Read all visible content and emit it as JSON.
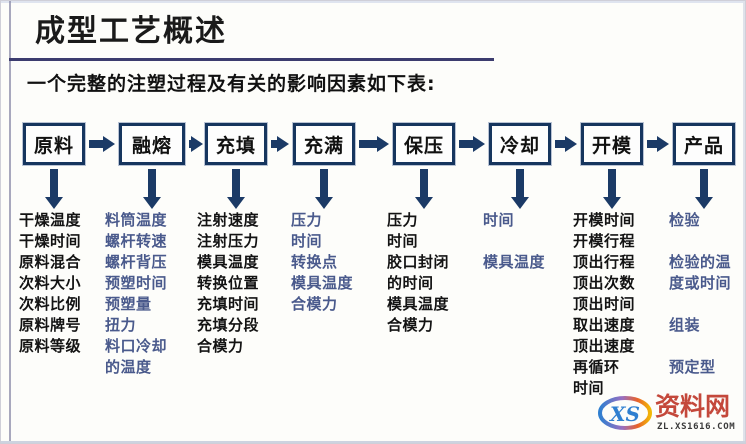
{
  "slide": {
    "title": "成型工艺概述",
    "subtitle": "一个完整的注塑过程及有关的影响因素如下表:",
    "accent_color": "#3c3c6e",
    "box_border_color": "#16355e",
    "arrow_color": "#1b3a66",
    "dark_text_color": "#131313",
    "blue_text_color": "#4a5a8c"
  },
  "flow": {
    "stages": [
      {
        "label": "原料"
      },
      {
        "label": "融熔"
      },
      {
        "label": "充填"
      },
      {
        "label": "充满"
      },
      {
        "label": "保压"
      },
      {
        "label": "冷却"
      },
      {
        "label": "开模"
      },
      {
        "label": "产品"
      }
    ]
  },
  "columns": [
    {
      "stage": "原料",
      "tone": "dark",
      "items": [
        "干燥温度",
        "干燥时间",
        "原料混合",
        "次料大小",
        "次料比例",
        "原料牌号",
        "原料等级"
      ]
    },
    {
      "stage": "融熔",
      "tone": "blue",
      "items": [
        "料筒温度",
        "螺杆转速",
        "螺杆背压",
        "预塑时间",
        "预塑量",
        "扭力",
        "料口冷却",
        "的温度"
      ]
    },
    {
      "stage": "充填",
      "tone": "dark",
      "items": [
        "注射速度",
        "注射压力",
        "模具温度",
        "转换位置",
        "充填时间",
        "充填分段",
        "合模力"
      ]
    },
    {
      "stage": "充满",
      "tone": "blue",
      "items": [
        "压力",
        "时间",
        "转换点",
        "模具温度",
        "合模力"
      ]
    },
    {
      "stage": "保压",
      "tone": "dark",
      "items": [
        "压力",
        "时间",
        "胶口封闭",
        "的时间",
        "模具温度",
        "合模力"
      ]
    },
    {
      "stage": "冷却",
      "tone": "blue",
      "items": [
        "时间",
        "",
        "模具温度"
      ]
    },
    {
      "stage": "开模",
      "tone": "dark",
      "items": [
        "开模时间",
        "开模行程",
        "顶出行程",
        "顶出次数",
        "顶出时间",
        "取出速度",
        "顶出速度",
        "再循环",
        "时间"
      ]
    },
    {
      "stage": "产品",
      "tone": "blue",
      "items": [
        "检验",
        "",
        "检验的温",
        "度或时间",
        "",
        "组装",
        "",
        "预定型"
      ]
    }
  ],
  "watermark": {
    "logo_text": "XS",
    "brand": "资料网",
    "url": "ZL.XS1616.COM"
  }
}
